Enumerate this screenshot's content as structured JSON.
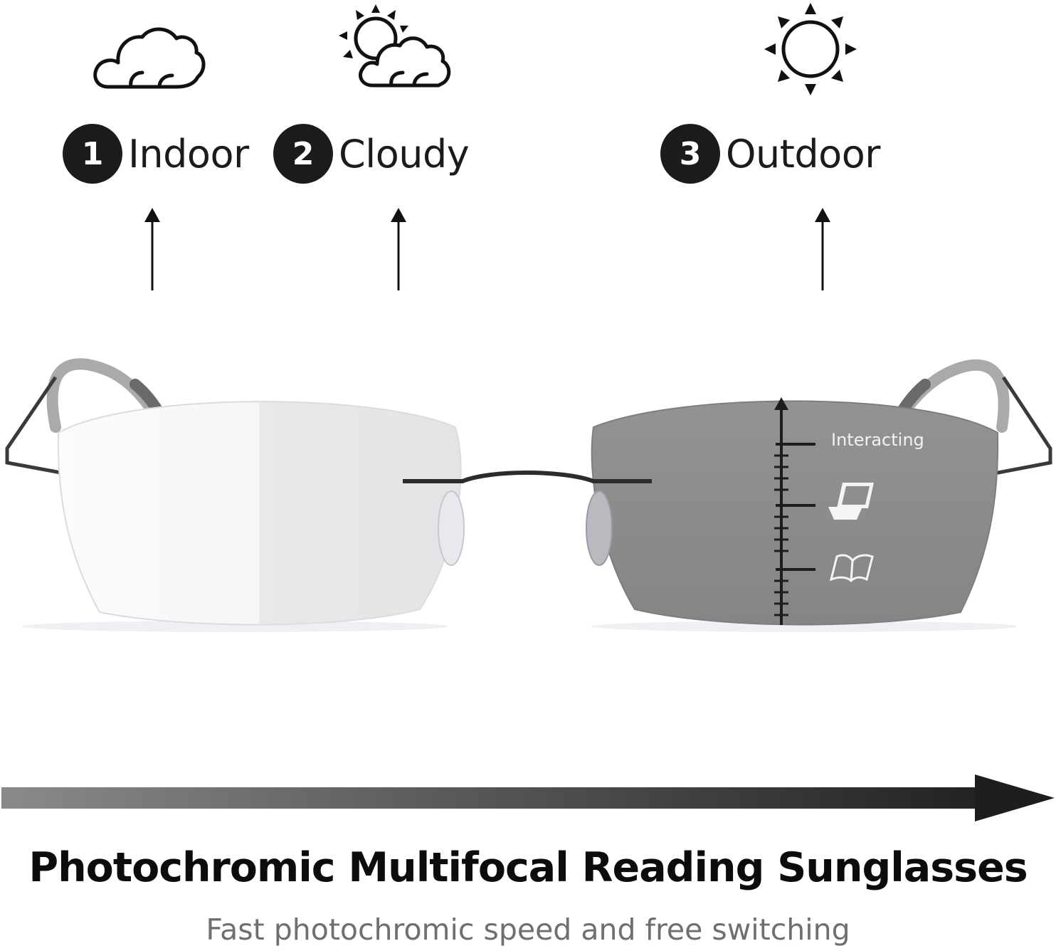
{
  "conditions": [
    {
      "number": "1",
      "label": "Indoor",
      "icon": "cloud-icon"
    },
    {
      "number": "2",
      "label": "Cloudy",
      "icon": "sun-behind-cloud-icon"
    },
    {
      "number": "3",
      "label": "Outdoor",
      "icon": "sun-icon"
    }
  ],
  "lens": {
    "zone_label": "Interacting",
    "zone_icons": [
      "laptop-icon",
      "open-book-icon"
    ]
  },
  "headline": "Photochromic Multifocal Reading Sunglasses",
  "subline": "Fast photochromic speed and free switching",
  "colors": {
    "text": "#111111",
    "badge": "#1b1b1b",
    "subline": "#6f6f6f",
    "clear_lens": "#f7f7f8",
    "tinted_lens": "#8e8e8e"
  }
}
